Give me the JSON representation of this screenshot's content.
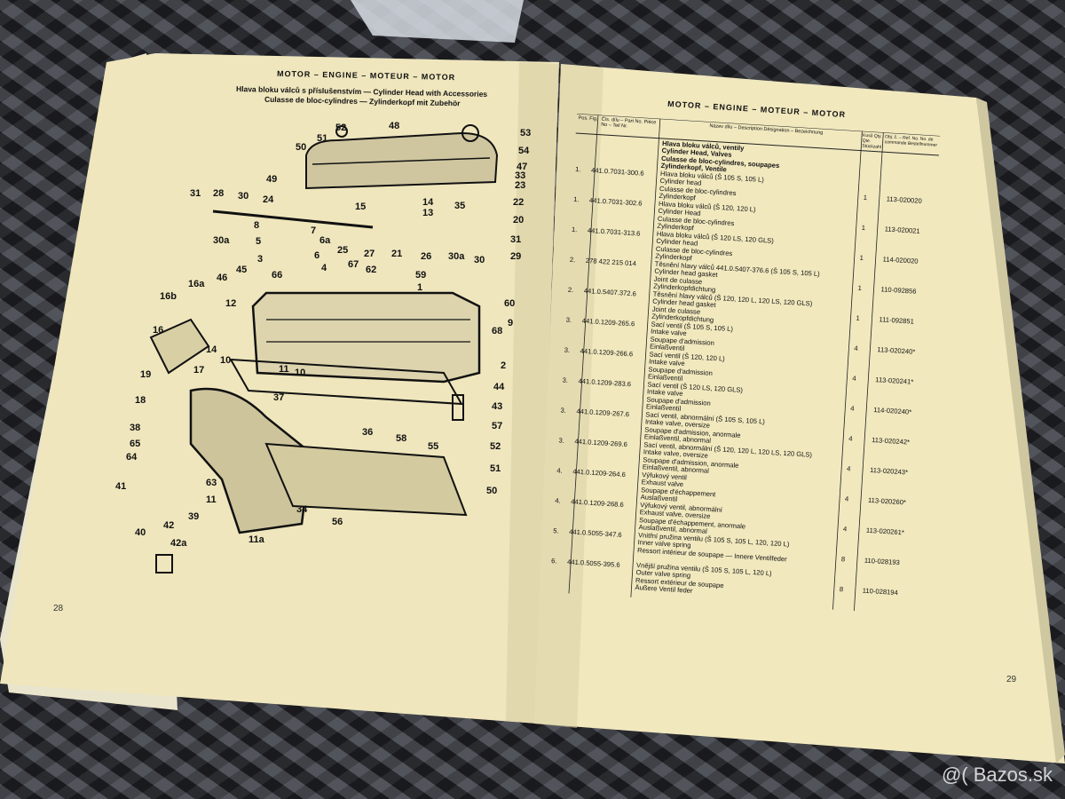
{
  "left_page": {
    "header": "MOTOR – ENGINE – MOTEUR – MOTOR",
    "subtitle_lines": [
      "Hlava bloku válců s příslušenstvím — Cylinder Head with Accessories",
      "Culasse de bloc-cylindres — Zylinderkopf mit Zubehör"
    ],
    "page_number": "28",
    "callouts": [
      "52",
      "48",
      "53",
      "51",
      "50",
      "54",
      "47",
      "33",
      "23",
      "49",
      "31",
      "28",
      "30",
      "24",
      "14",
      "35",
      "22",
      "15",
      "13",
      "30a",
      "25",
      "27",
      "21",
      "26",
      "20",
      "5",
      "6a",
      "8",
      "7",
      "31",
      "30a",
      "30",
      "29",
      "3",
      "6",
      "67",
      "62",
      "45",
      "66",
      "4",
      "59",
      "1",
      "16b",
      "16a",
      "46",
      "60",
      "9",
      "12",
      "16",
      "68",
      "14",
      "17",
      "10",
      "11",
      "10",
      "19",
      "18",
      "2",
      "44",
      "43",
      "37",
      "57",
      "58",
      "36",
      "38",
      "55",
      "65",
      "52",
      "64",
      "63",
      "51",
      "41",
      "11",
      "50",
      "39",
      "34",
      "40",
      "42",
      "56",
      "11a",
      "42a"
    ]
  },
  "right_page": {
    "header": "MOTOR – ENGINE – MOTEUR – MOTOR",
    "col_headers": {
      "pos": "Pos. Fig.",
      "part_no": "Čís. dílu – Part No. Pièce No – Teil Nr.",
      "description": "Název dílu – Description Désignation – Bezeichnung",
      "qty": "Kusů Qty. Qte. Stückzahl",
      "ref": "Obj. č. – Ref. No. No. de commande Bestellnummer"
    },
    "group_title": [
      "Hlava bloku válců, ventily",
      "Cylinder Head, Valves",
      "Culasse de bloc-cylindres, soupapes",
      "Zylinderkopf, Ventile"
    ],
    "rows": [
      {
        "pos": "1.",
        "part": "441.0.7031-300.6",
        "desc": [
          "Hlava bloku válců (Š 105 S, 105 L)",
          "Cylinder head",
          "Culasse de bloc-cylindres",
          "Zylinderkopf"
        ],
        "qty": "1",
        "ref": "113-020020"
      },
      {
        "pos": "1.",
        "part": "441.0.7031-302.6",
        "desc": [
          "Hlava bloku válců (Š 120, 120 L)",
          "Cylinder Head",
          "Culasse de bloc-cylindres",
          "Zylinderkopf"
        ],
        "qty": "1",
        "ref": "113-020021"
      },
      {
        "pos": "1.",
        "part": "441.0.7031-313.6",
        "desc": [
          "Hlava bloku válců (Š 120 LS, 120 GLS)",
          "Cylinder head",
          "Culasse de bloc-cylindres",
          "Zylinderkopf"
        ],
        "qty": "1",
        "ref": "114-020020"
      },
      {
        "pos": "2.",
        "part": "278 422 215 014",
        "desc": [
          "Těsnění hlavy válců 441.0.5407-376.6 (Š 105 S, 105 L)",
          "Cylinder head gasket",
          "Joint de culasse",
          "Zylinderkopfdichtung"
        ],
        "qty": "1",
        "ref": "110-092856"
      },
      {
        "pos": "2.",
        "part": "441.0.5407.372.6",
        "desc": [
          "Těsnění hlavy válců (Š 120, 120 L, 120 LS, 120 GLS)",
          "Cylinder head gasket",
          "Joint de culasse",
          "Zylinderkopfdichtung"
        ],
        "qty": "1",
        "ref": "111-092851"
      },
      {
        "pos": "3.",
        "part": "441.0.1209-265.6",
        "desc": [
          "Sací ventil (Š 105 S, 105 L)",
          "Intake valve",
          "Soupape d'admission",
          "Einlaßventil"
        ],
        "qty": "4",
        "ref": "113-020240*"
      },
      {
        "pos": "3.",
        "part": "441.0.1209-266.6",
        "desc": [
          "Sací ventil (Š 120, 120 L)",
          "Intake valve",
          "Soupape d'admission",
          "Einlaßventil"
        ],
        "qty": "4",
        "ref": "113-020241*"
      },
      {
        "pos": "3.",
        "part": "441.0.1209-283.6",
        "desc": [
          "Sací ventil (Š 120 LS, 120 GLS)",
          "Intake valve",
          "Soupape d'admission",
          "Einlaßventil"
        ],
        "qty": "4",
        "ref": "114-020240*"
      },
      {
        "pos": "3.",
        "part": "441.0.1209-267.6",
        "desc": [
          "Sací ventil, abnormální (Š 105 S, 105 L)",
          "Intake valve, oversize",
          "Soupape d'admission, anormale",
          "Einlaßventil, abnormal"
        ],
        "qty": "4",
        "ref": "113-020242*"
      },
      {
        "pos": "3.",
        "part": "441.0.1209-269.6",
        "desc": [
          "Sací ventil, abnormální (Š 120, 120 L, 120 LS, 120 GLS)",
          "Intake valve, oversize",
          "Soupape d'admission, anormale",
          "Einlaßventil, abnormal"
        ],
        "qty": "4",
        "ref": "113-020243*"
      },
      {
        "pos": "4.",
        "part": "441.0.1209-264.6",
        "desc": [
          "Výfukový ventil",
          "Exhaust valve",
          "Soupape d'échappement",
          "Auslaßventil"
        ],
        "qty": "4",
        "ref": "113-020260*"
      },
      {
        "pos": "4.",
        "part": "441.0.1209-268.6",
        "desc": [
          "Výfukový ventil, abnormální",
          "Exhaust valve, oversize",
          "Soupape d'échappement, anormale",
          "Auslaßventil, abnormal"
        ],
        "qty": "4",
        "ref": "113-020261*"
      },
      {
        "pos": "5.",
        "part": "441.0.5055-347.6",
        "desc": [
          "Vnitřní pružina ventilu (Š 105 S, 105 L, 120, 120 L)",
          "Inner valve spring",
          "Ressort intérieur de soupape — Innere Ventilfeder"
        ],
        "qty": "8",
        "ref": "110-028193"
      },
      {
        "pos": "6.",
        "part": "441.0.5055-395.6",
        "desc": [
          "Vnější pružina ventilu (Š 105 S, 105 L, 120 L)",
          "Outer valve spring",
          "Ressort extérieur de soupape",
          "Äußere Ventil feder"
        ],
        "qty": "8",
        "ref": "110-028194"
      }
    ],
    "page_number": "29"
  },
  "watermark": "@( Bazos.sk"
}
